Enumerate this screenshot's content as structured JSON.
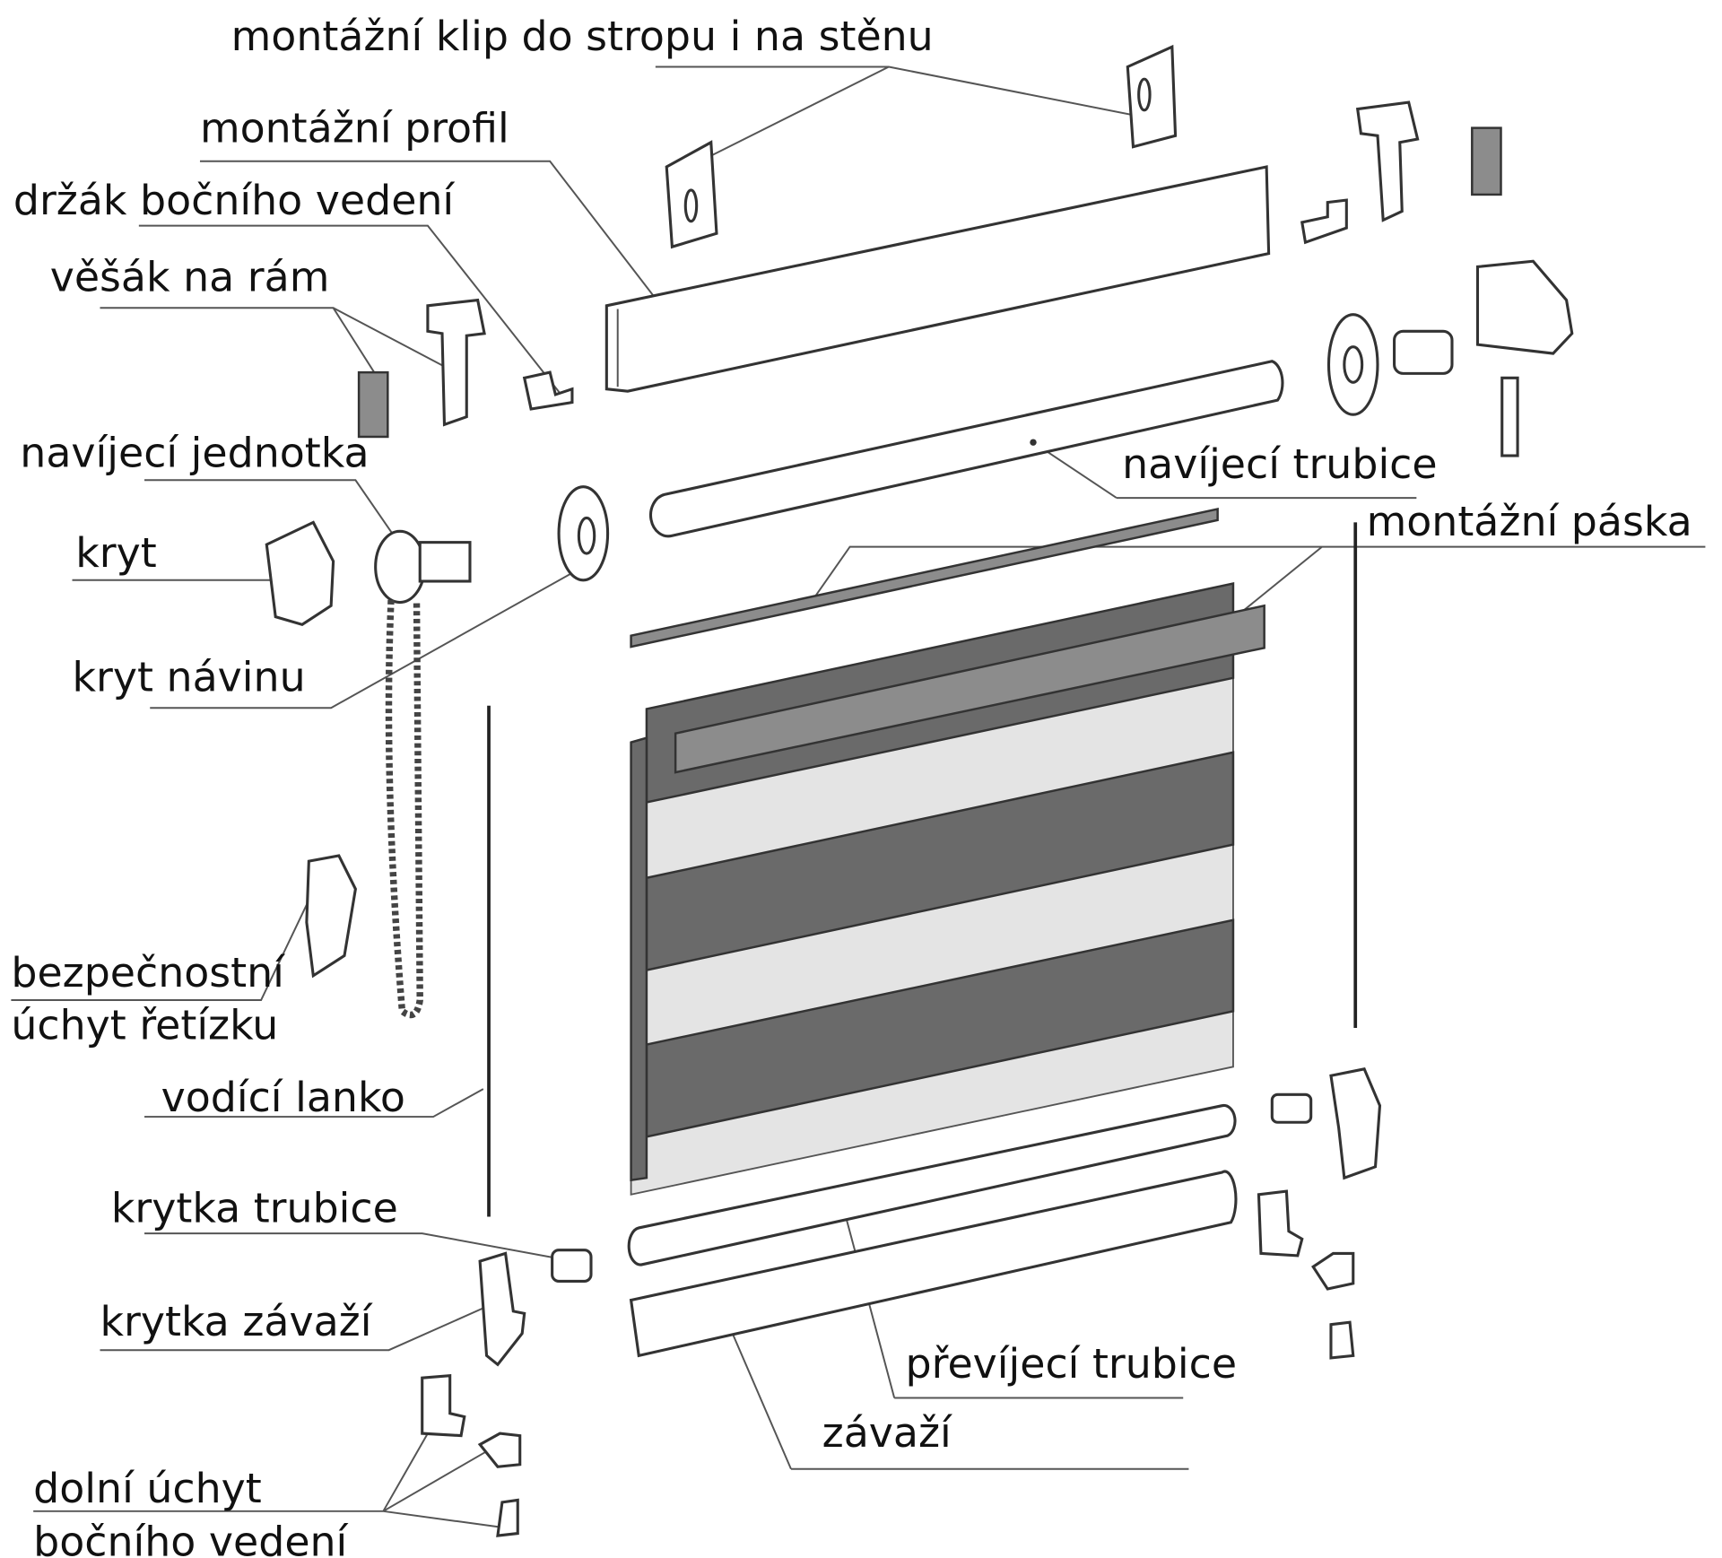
{
  "labels": {
    "mounting_clip": "montážní klip do stropu i na stěnu",
    "mounting_profile": "montážní profil",
    "side_guide_holder": "držák bočního vedení",
    "frame_hanger": "věšák na rám",
    "winding_unit": "navíjecí jednotka",
    "cover": "kryt",
    "winding_cover": "kryt návinu",
    "chain_safety_1": "bezpečnostní",
    "chain_safety_2": "úchyt řetízku",
    "guide_wire": "vodící lanko",
    "tube_cap": "krytka trubice",
    "weight_cap": "krytka závaží",
    "bottom_holder_1": "dolní úchyt",
    "bottom_holder_2": "bočního vedení",
    "winding_tube": "navíjecí trubice",
    "mounting_tape": "montážní páska",
    "rewinding_tube": "převíjecí trubice",
    "weight": "závaží"
  }
}
